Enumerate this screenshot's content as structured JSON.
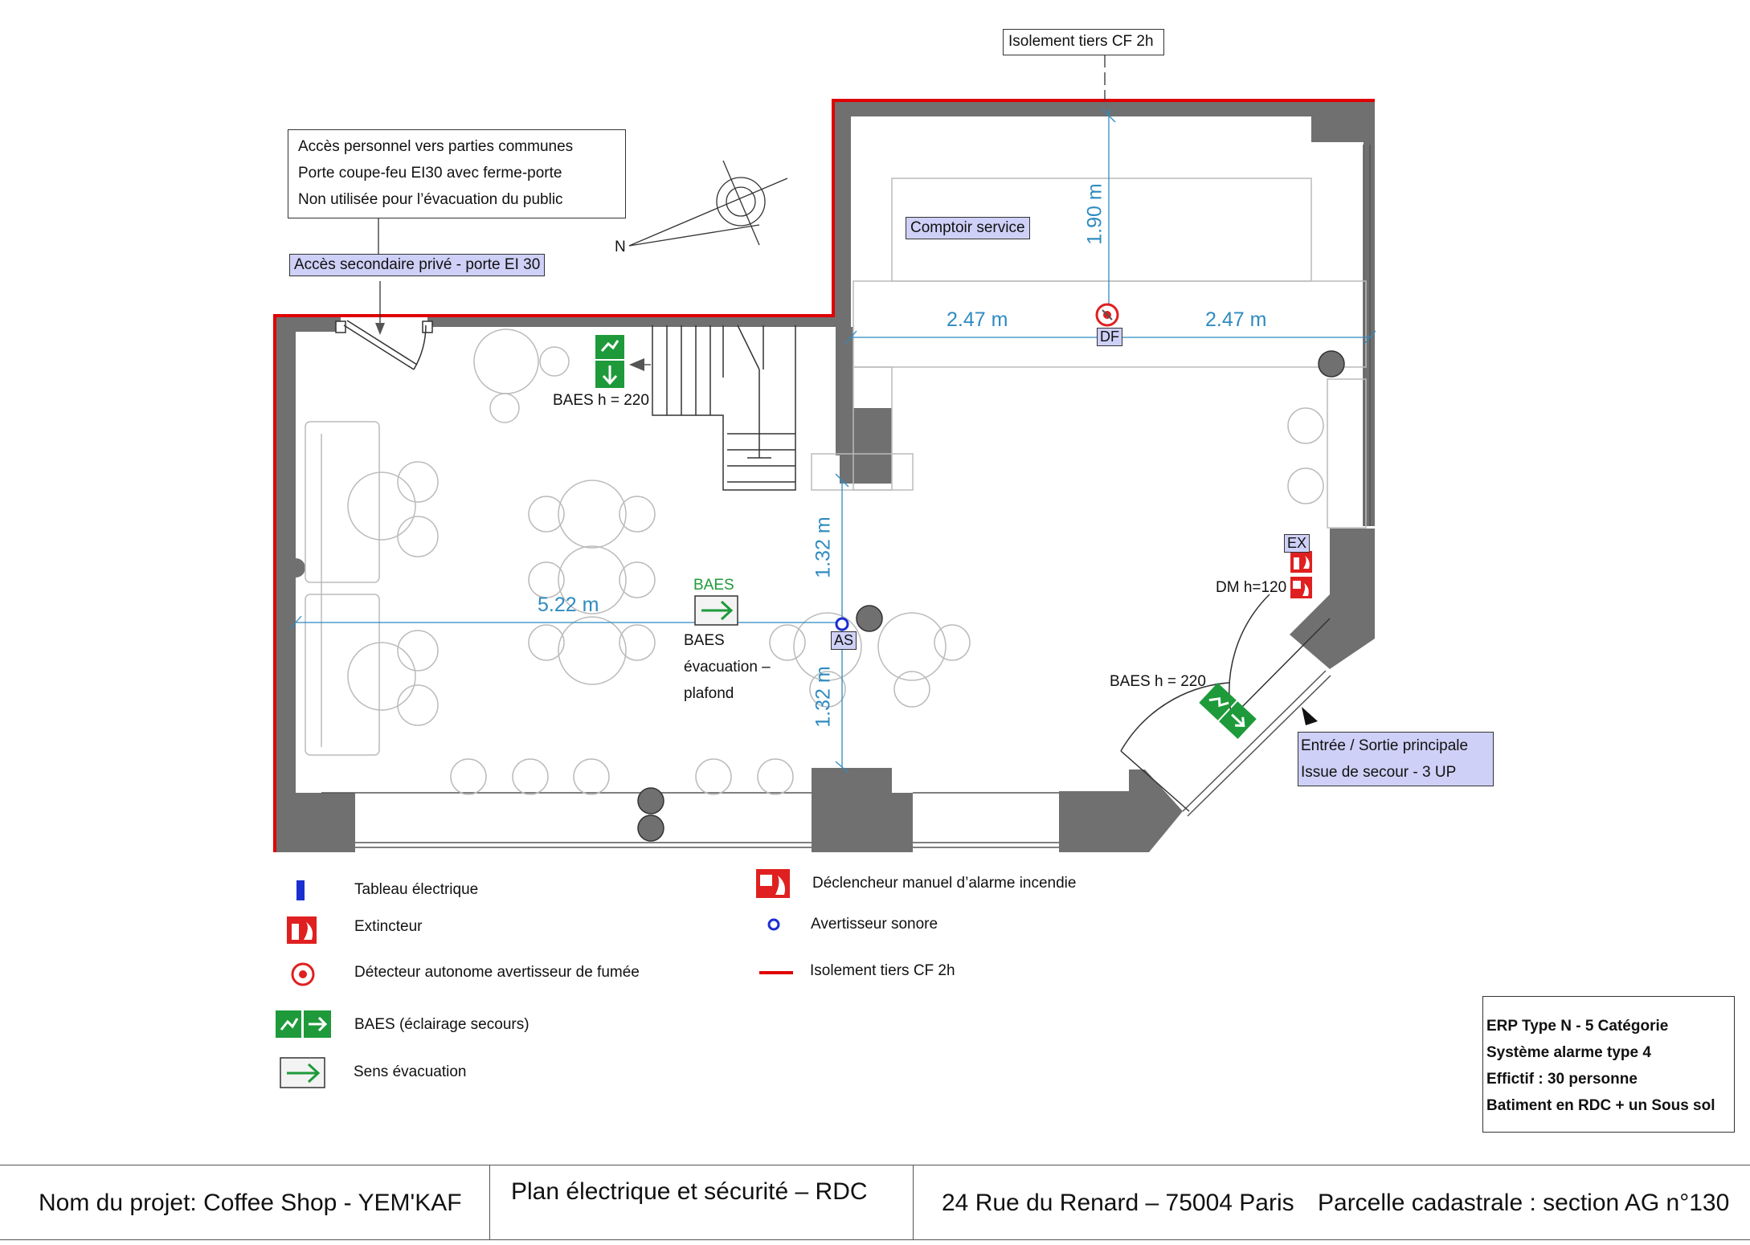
{
  "labels": {
    "isolement_top": "Isolement tiers CF 2h",
    "acces_note_lines": [
      "Accès personnel vers parties communes",
      "Porte coupe-feu EI30 avec ferme-porte",
      "Non utilisée pour l’évacuation du public"
    ],
    "acces_secondaire": "Accès secondaire privé - porte EI 30",
    "comptoir": "Comptoir service",
    "north": "N",
    "df": "DF",
    "as": "AS",
    "ex": "EX",
    "baes_stair": "BAES h = 220",
    "baes_green": "BAES",
    "baes_ceiling": [
      "BAES",
      "évacuation –",
      "plafond"
    ],
    "dm": "DM h=120",
    "baes_entry": "BAES h = 220",
    "entree_lines": [
      "Entrée / Sortie principale",
      "Issue de secour - 3 UP"
    ]
  },
  "dimensions": {
    "d190": "1.90 m",
    "d247_left": "2.47 m",
    "d247_right": "2.47 m",
    "d522": "5.22 m",
    "d132_top": "1.32 m",
    "d132_bottom": "1.32 m"
  },
  "legend": {
    "tableau": "Tableau électrique",
    "extincteur": "Extincteur",
    "detecteur": "Détecteur autonome avertisseur de fumée",
    "baes": "BAES (éclairage secours)",
    "sens": "Sens évacuation",
    "declencheur": "Déclencheur manuel d’alarme incendie",
    "avertisseur": "Avertisseur sonore",
    "isolement": "Isolement tiers CF 2h"
  },
  "erp": [
    "ERP Type N - 5 Catégorie",
    "Système alarme type 4",
    "Effictif : 30 personne",
    "Batiment en RDC + un Sous sol"
  ],
  "titleblock": {
    "project": "Nom du projet: Coffee Shop - YEM'KAF",
    "plan": "Plan électrique et sécurité – RDC",
    "address": "24 Rue du Renard – 75004 Paris",
    "parcel": "Parcelle cadastrale : section AG n°130"
  },
  "colors": {
    "wall": "#707070",
    "isolation": "#e00000",
    "dimension": "#2f8bc0",
    "baes_green": "#1e9a3a",
    "tag_fill": "#cfd0f7",
    "alarm_red": "#e02020",
    "sounder_blue": "#1a2fd0"
  }
}
